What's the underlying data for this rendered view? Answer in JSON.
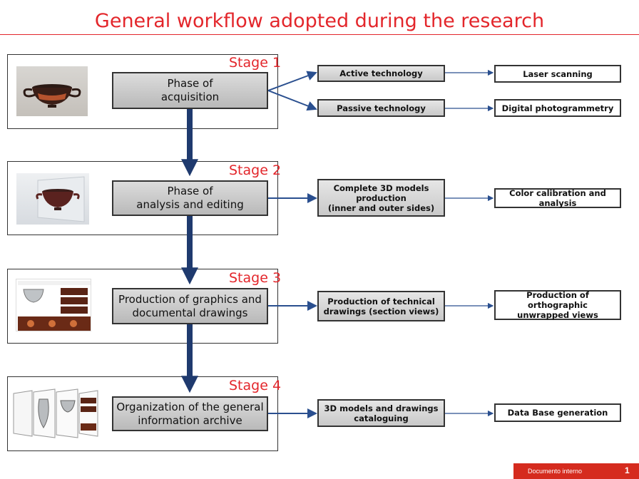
{
  "title": "General workflow adopted during the research",
  "stages": [
    {
      "label": "Stage 1",
      "phase": "Phase of\nacquisition",
      "branches": [
        {
          "technology": "Active technology",
          "result": "Laser scanning"
        },
        {
          "technology": "Passive technology",
          "result": "Digital photogrammetry"
        }
      ]
    },
    {
      "label": "Stage 2",
      "phase": "Phase of\nanalysis and editing",
      "branches": [
        {
          "technology": "Complete 3D models\nproduction\n(inner and outer sides)",
          "result": "Color calibration and analysis"
        }
      ]
    },
    {
      "label": "Stage 3",
      "phase": "Production of graphics and\ndocumental drawings",
      "branches": [
        {
          "technology": "Production of technical\ndrawings (section views)",
          "result": "Production of orthographic\nunwrapped views"
        }
      ]
    },
    {
      "label": "Stage 4",
      "phase": "Organization of the general\ninformation archive",
      "branches": [
        {
          "technology": "3D models and drawings\ncataloguing",
          "result": "Data Base generation"
        }
      ]
    }
  ],
  "footer": {
    "label": "Documento interno",
    "page": "1"
  },
  "colors": {
    "title": "#e3262b",
    "flow_arrow": "#1f3a6e",
    "link_arrow": "#2a4f8f",
    "footer": "#d52b1e"
  }
}
